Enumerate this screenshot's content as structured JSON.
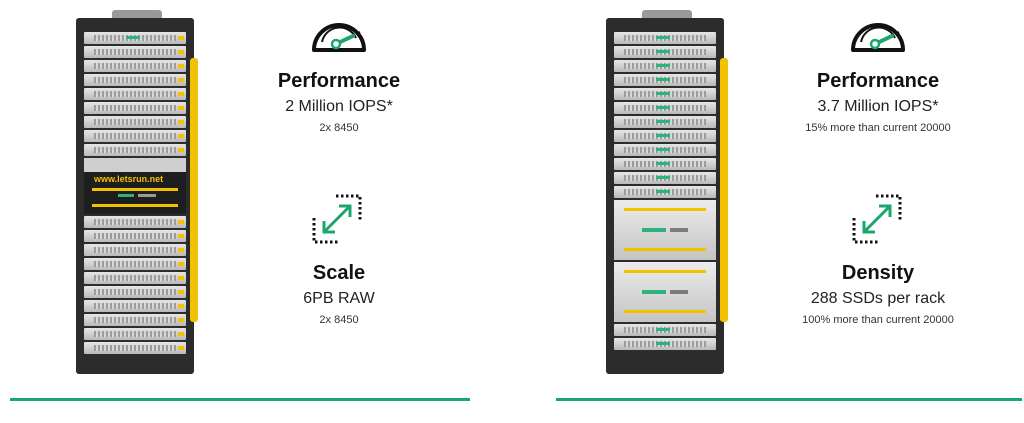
{
  "left": {
    "watermark": "www.letsrun.net",
    "metric1": {
      "title": "Performance",
      "value": "2 Million IOPS*",
      "note": "2x 8450",
      "icon": "speedometer-icon"
    },
    "metric2": {
      "title": "Scale",
      "value": "6PB RAW",
      "note": "2x 8450",
      "icon": "expand-arrows-icon"
    }
  },
  "right": {
    "metric1": {
      "title": "Performance",
      "value": "3.7 Million IOPS*",
      "note": "15% more than current 20000",
      "icon": "speedometer-icon"
    },
    "metric2": {
      "title": "Density",
      "value": "288 SSDs per rack",
      "note": "100% more than current 20000",
      "icon": "expand-arrows-icon"
    }
  },
  "colors": {
    "accent_green": "#1aa66d",
    "rack_yellow": "#f2c200",
    "rack_dark": "#2c2c2c"
  }
}
